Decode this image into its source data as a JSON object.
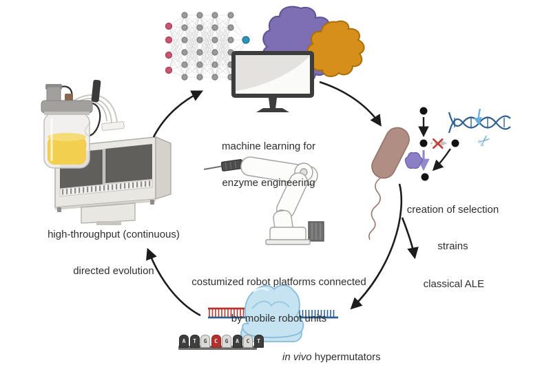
{
  "labels": {
    "ml": {
      "line1": "machine learning for",
      "line2": "enzyme engineering"
    },
    "selection": {
      "line1": "creation of selection",
      "line2": "strains"
    },
    "ale": {
      "text": "classical ALE"
    },
    "hypermutators": {
      "italic": "in vivo",
      "rest": " hypermutators"
    },
    "throughput": {
      "line1": "high-throughput (continuous)",
      "line2": "directed evolution"
    },
    "robot": {
      "line1": "costumized robot platforms connected",
      "line2": "by mobile robot units"
    }
  },
  "sequence": {
    "bases": [
      {
        "letter": "A",
        "variant": "dark"
      },
      {
        "letter": "T",
        "variant": "dark"
      },
      {
        "letter": "G",
        "variant": "light"
      },
      {
        "letter": "C",
        "variant": "red"
      },
      {
        "letter": "G",
        "variant": "light"
      },
      {
        "letter": "A",
        "variant": "dark"
      },
      {
        "letter": "C",
        "variant": "light"
      },
      {
        "letter": "T",
        "variant": "dark"
      }
    ]
  },
  "neural_network": {
    "input_nodes": 4,
    "hidden_layers": 4,
    "nodes_per_hidden_layer": 6,
    "output_nodes": 1,
    "input_color": "#c9566f",
    "input_stroke": "#a83a55",
    "hidden_color": "#9b9b9b",
    "hidden_stroke": "#7a7a7a",
    "output_color": "#2e93b8",
    "output_stroke": "#1e7390",
    "link_color": "#d6d6d6"
  },
  "icons": {
    "scissors_glyph": "✂",
    "neural_network": "neural-network-icon",
    "monitor": "monitor-icon",
    "dna_helix": "dna-helix-icon",
    "red_x": "red-x-icon"
  },
  "colors": {
    "arrow": "#1c1c1c",
    "protein_purple": "#7d6fb2",
    "protein_purple_stroke": "#5f5196",
    "protein_orange": "#d78f1b",
    "protein_orange_stroke": "#a96e0a",
    "bacterium": "#b08e83",
    "bacterium_stroke": "#97776a",
    "dna_blue": "#2d5f92",
    "dna_red": "#b5342c",
    "polymerase_blue": "#c6e3f2",
    "polymerase_stroke": "#85bcd9",
    "purple_arrow": "#9388cb",
    "scissors_blue": "#7ab3d9",
    "gray_dashed_arrow": "#c4c4c4"
  }
}
